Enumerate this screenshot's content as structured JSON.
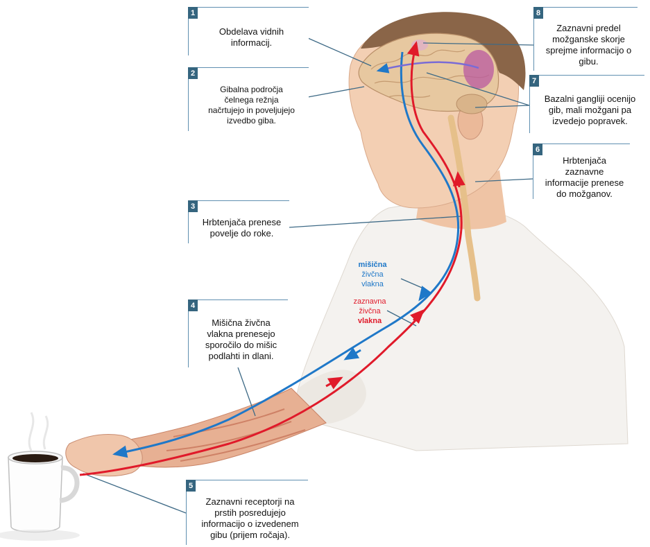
{
  "colors": {
    "motor": "#1f78c8",
    "sensory": "#e01a2a",
    "callout_border": "#5f8fb0",
    "badge_bg": "#35657f",
    "skin": "#f3cfb3",
    "brain": "#e7c8a0",
    "shirt": "#f4f2ef",
    "hair": "#8a6548"
  },
  "callouts": [
    {
      "number": "1",
      "text": "Obdelava vidnih\ninformacij."
    },
    {
      "number": "2",
      "text": "Gibalna področja\nčelnega režnja\nnačrtujejo  in poveljujejo\nizvedbo giba."
    },
    {
      "number": "3",
      "text": "Hrbtenjača prenese\npovelje do roke."
    },
    {
      "number": "4",
      "text": "Mišična živčna\nvlakna prenesejo\nsporočilo do mišic\npodlahti in dlani."
    },
    {
      "number": "5",
      "text": "Zaznavni receptorji na\nprstih posredujejo\ninformacijo o izvedenem\ngibu (prijem ročaja)."
    },
    {
      "number": "6",
      "text": "Hrbtenjača zaznavne\ninformacije prenese\ndo možganov."
    },
    {
      "number": "7",
      "text": "Bazalni gangliji ocenijo\ngib, mali možgani pa\nizvedejo popravek."
    },
    {
      "number": "8",
      "text": "Zaznavni predel\nmožganske skorje\nsprejme informacijo o\ngibu."
    }
  ],
  "fiber_labels": {
    "motor": {
      "line1": "mišična",
      "line2": "živčna",
      "line3": "vlakna"
    },
    "sensory": {
      "line1": "zaznavna",
      "line2": "živčna",
      "line3": "vlakna"
    }
  }
}
